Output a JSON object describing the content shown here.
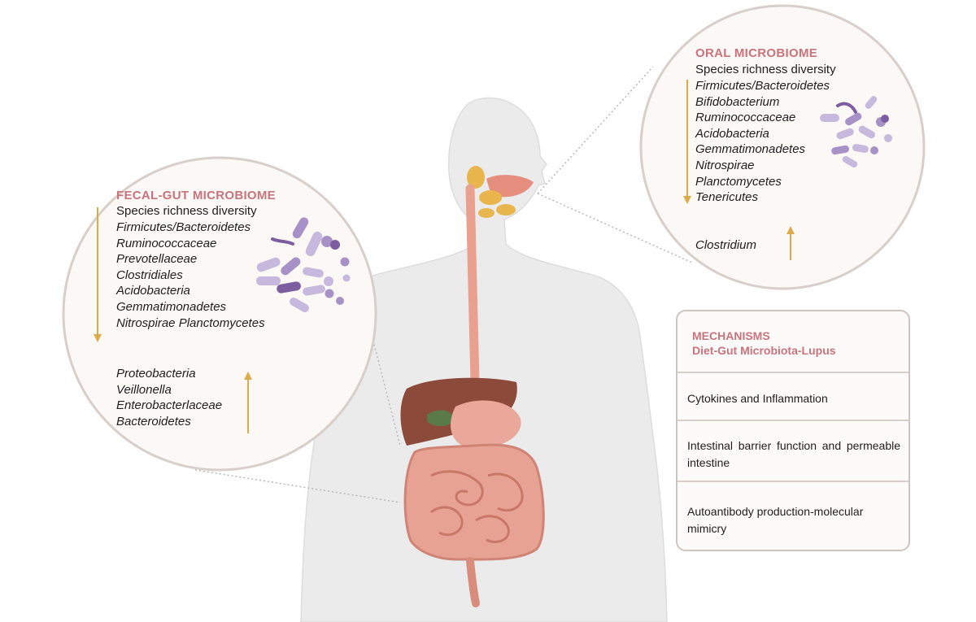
{
  "fecal": {
    "title": "FECAL-GUT MICROBIOME",
    "richness": "Species richness diversity",
    "decreased": [
      "Firmicutes/Bacteroidetes",
      "Ruminococcaceae",
      "Prevotellaceae",
      "Clostridiales",
      "Acidobacteria",
      "Gemmatimonadetes",
      "Nitrospirae Planctomycetes"
    ],
    "increased": [
      "Proteobacteria",
      "Veillonella",
      "Enterobacterlaceae",
      "Bacteroidetes"
    ]
  },
  "oral": {
    "title": "ORAL MICROBIOME",
    "richness": "Species richness diversity",
    "decreased": [
      "Firmicutes/Bacteroidetes",
      "Bifidobacterium",
      "Ruminococcaceae",
      "Acidobacteria",
      "Gemmatimonadetes",
      "Nitrospirae",
      "Planctomycetes",
      "Tenericutes"
    ],
    "increased": [
      "Clostridium"
    ]
  },
  "mechanisms": {
    "title": "MECHANISMS",
    "subtitle": "Diet-Gut Microbiota-Lupus",
    "items": [
      "Cytokines and Inflammation",
      "Intestinal barrier function and permeable intestine",
      "Autoantibody production-molecular mimicry"
    ]
  },
  "colors": {
    "heading": "#c9737c",
    "arrow": "#dcac4a",
    "body_fill": "#ebebeb",
    "circle_fill": "#fbf8f5",
    "circle_border": "#d9cfca",
    "bacteria": "#a891c6",
    "bacteria_dark": "#7c5da0",
    "liver": "#8b4a3a",
    "intestine": "#e7a294",
    "esophagus": "#eaa08f",
    "gland": "#e8b64c"
  },
  "icons": [
    "down-arrow-icon",
    "up-arrow-icon",
    "bacteria-cluster-icon",
    "human-torso-icon"
  ]
}
